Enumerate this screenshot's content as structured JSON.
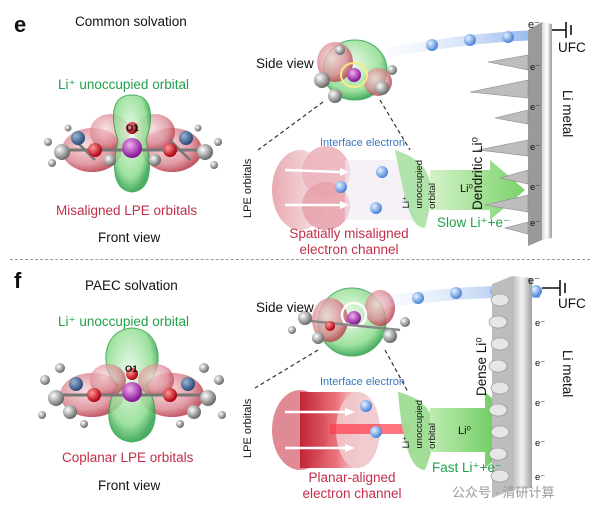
{
  "panel_e": {
    "letter": "e",
    "title": "Common solvation",
    "unoccupied": "Li⁺ unoccupied orbital",
    "atom_label": "O1",
    "lpe_orbitals_caption": "Misaligned LPE orbitals",
    "view": "Front view",
    "side_view": "Side view",
    "interface_electron": "Interface electron",
    "lpe_orbitals": "LPE orbitals",
    "li_unocc_vertical": [
      "Li⁺",
      "unoccupied",
      "orbital"
    ],
    "li0": "Li⁰",
    "channel_caption": [
      "Spatially misaligned",
      "electron channel"
    ],
    "slow": "Slow Li⁺+e⁻",
    "electron": "e⁻",
    "ufc": "UFC",
    "dendritic": "Dendritic Li⁰",
    "li_metal": "Li metal"
  },
  "panel_f": {
    "letter": "f",
    "title": "PAEC solvation",
    "unoccupied": "Li⁺ unoccupied orbital",
    "atom_label": "O1",
    "lpe_orbitals_caption": "Coplanar LPE orbitals",
    "view": "Front view",
    "side_view": "Side view",
    "interface_electron": "Interface electron",
    "lpe_orbitals": "LPE orbitals",
    "li_unocc_vertical": [
      "Li⁺",
      "unoccupied",
      "orbital"
    ],
    "li0": "Li⁰",
    "channel_caption": [
      "Planar-aligned",
      "electron channel"
    ],
    "fast": "Fast Li⁺+e⁻",
    "electron": "e⁻",
    "ufc": "UFC",
    "dense": "Dense Li⁰",
    "li_metal": "Li metal"
  },
  "watermark": "公众号 · 清研计算",
  "colors": {
    "green": "#21a04a",
    "red": "#c0304a",
    "blue": "#3a78c0",
    "orbital_red": "#d8707c",
    "orbital_green": "#4cc46a"
  }
}
